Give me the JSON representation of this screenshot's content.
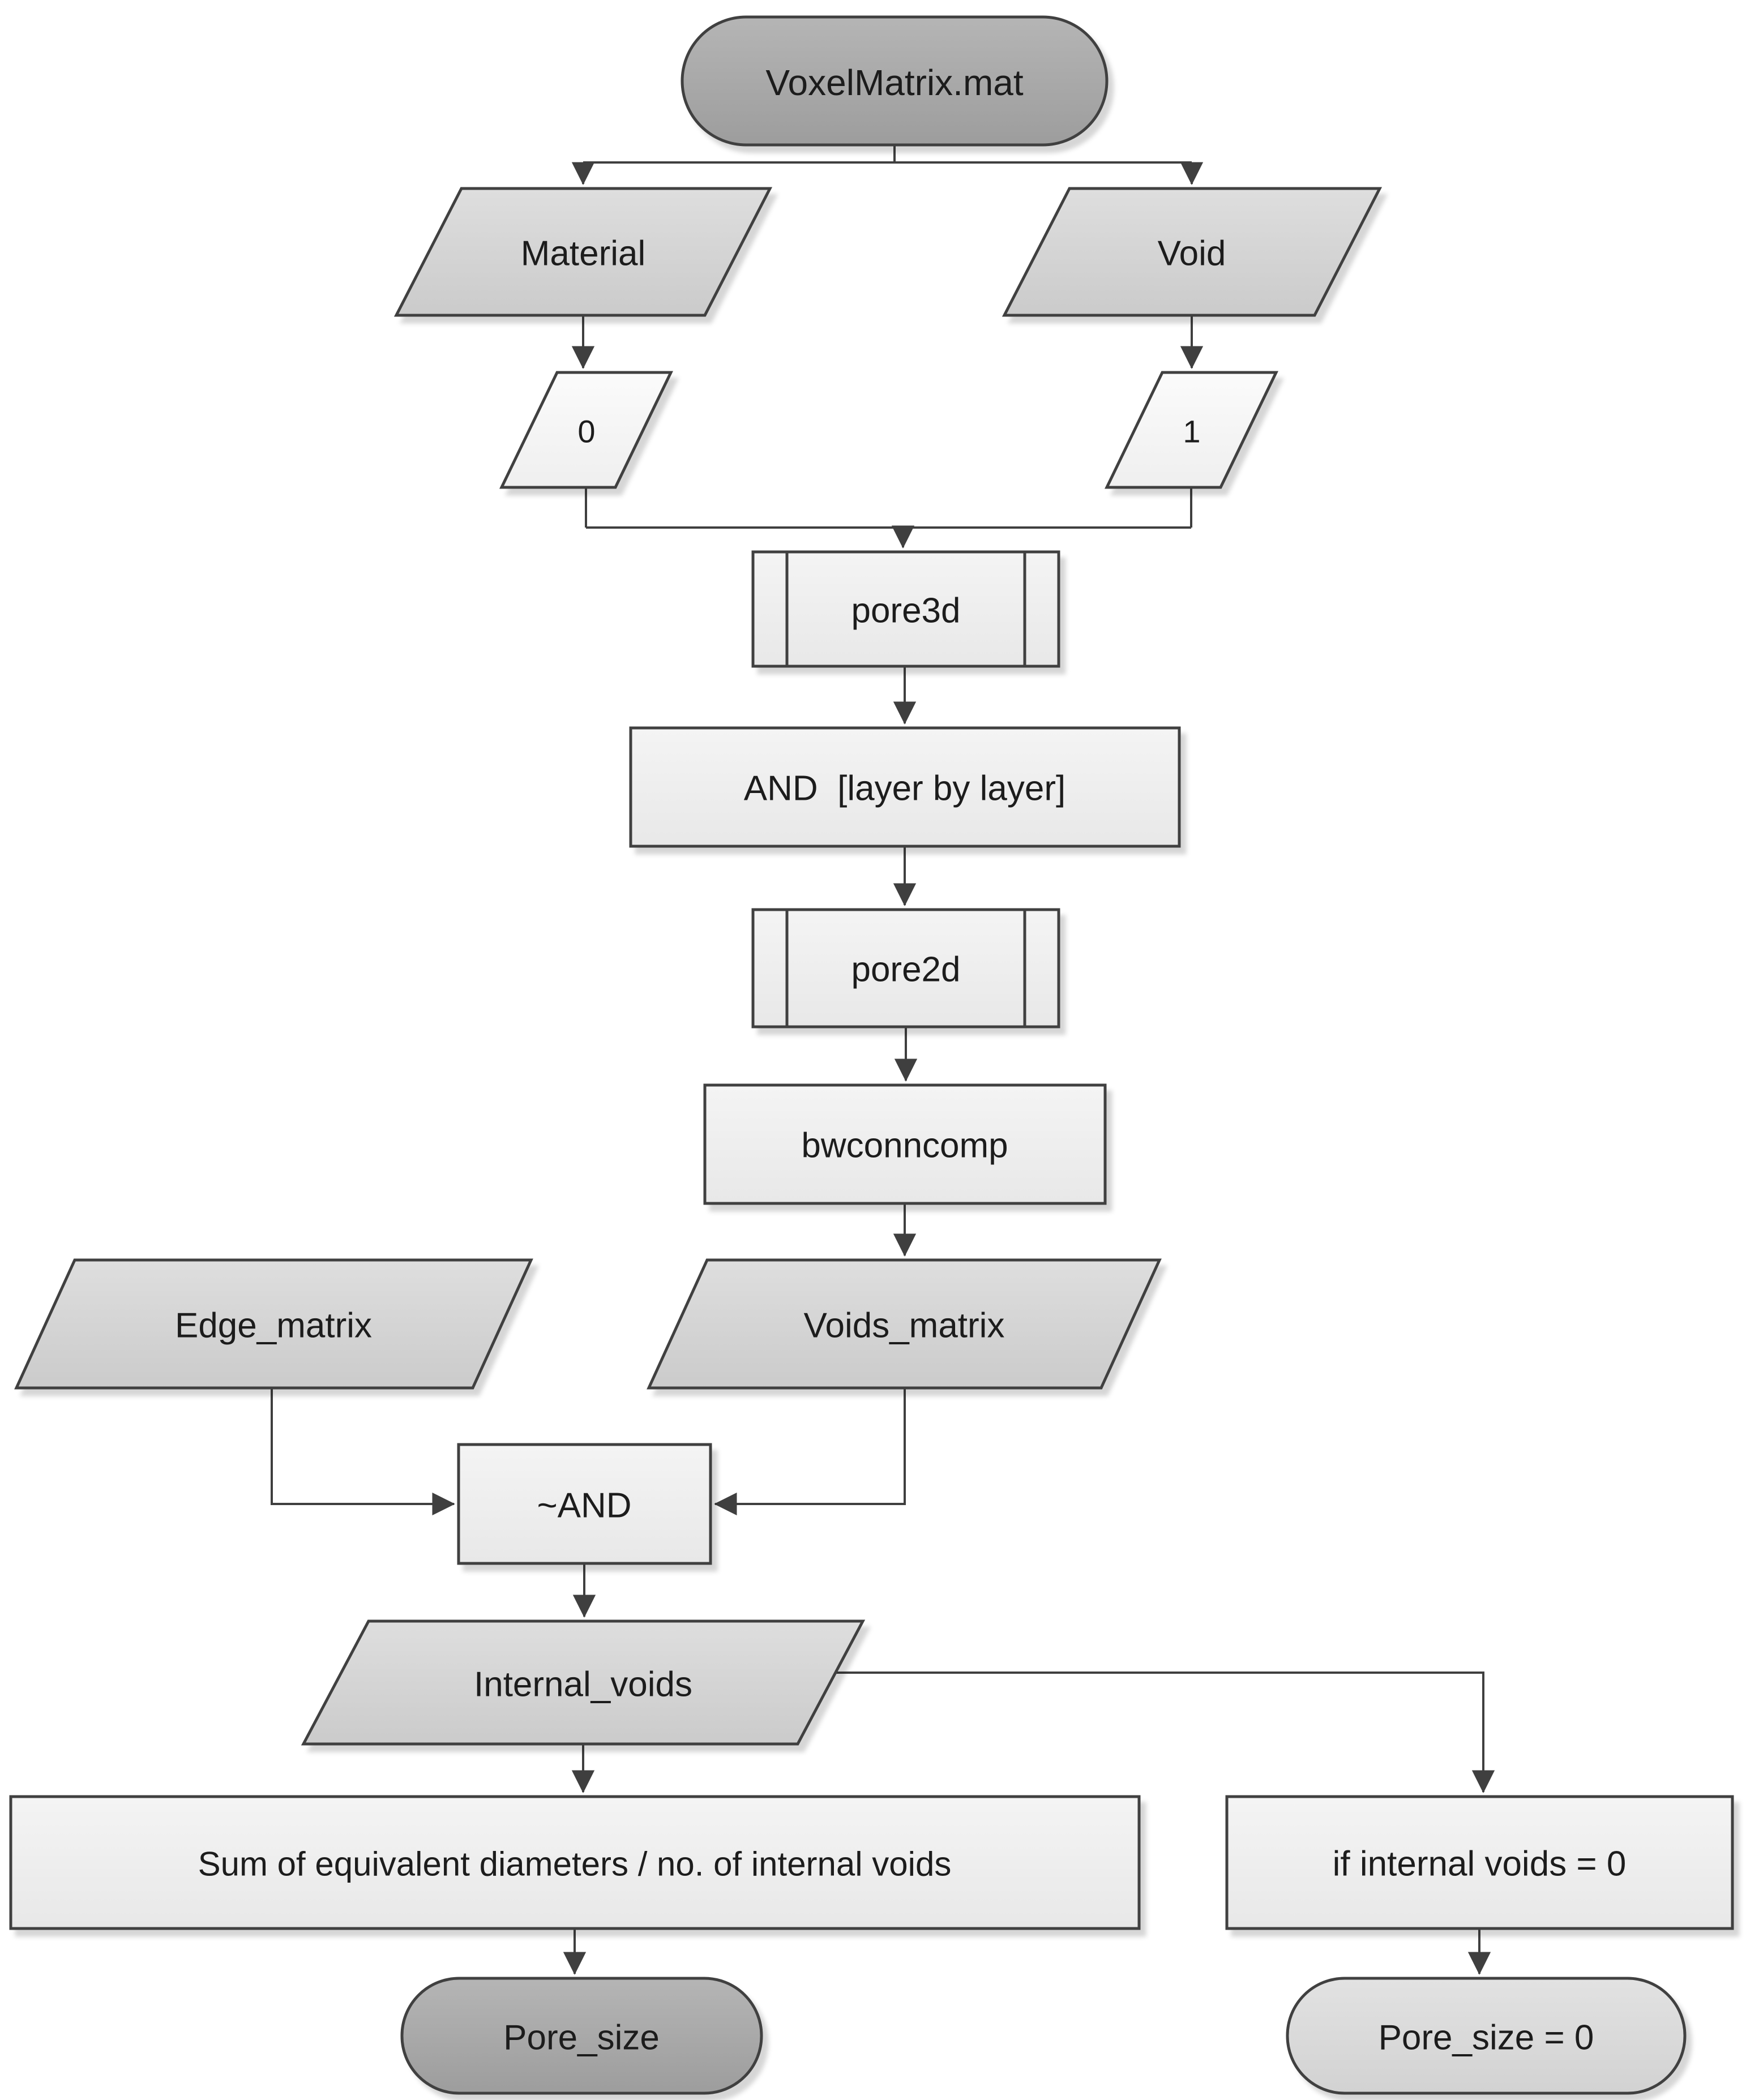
{
  "diagram": {
    "type": "flowchart",
    "background": "#ffffff",
    "colors": {
      "border": "#3f3f3f",
      "connector": "#3f3f3f",
      "text": "#1c1c1c",
      "terminator_dark_fill": "#a8a8a8",
      "terminator_light_fill": "#dbdbdb",
      "data_parallelogram_fill": "#d7d7d7",
      "value_parallelogram_fill": "#f8f8f8",
      "process_fill": "#f0f0f0"
    },
    "nodes": {
      "start": {
        "label": "VoxelMatrix.mat",
        "shape": "terminator"
      },
      "material": {
        "label": "Material",
        "shape": "data"
      },
      "void": {
        "label": "Void",
        "shape": "data"
      },
      "zero": {
        "label": "0",
        "shape": "data"
      },
      "one": {
        "label": "1",
        "shape": "data"
      },
      "pore3d": {
        "label": "pore3d",
        "shape": "predefined-process"
      },
      "and_layer": {
        "label": "AND  [layer by layer]",
        "shape": "process"
      },
      "pore2d": {
        "label": "pore2d",
        "shape": "predefined-process"
      },
      "bwconncomp": {
        "label": "bwconncomp",
        "shape": "process"
      },
      "edge_matrix": {
        "label": "Edge_matrix",
        "shape": "data"
      },
      "voids_matrix": {
        "label": "Voids_matrix",
        "shape": "data"
      },
      "nand": {
        "label": "~AND",
        "shape": "process"
      },
      "internal_voids": {
        "label": "Internal_voids",
        "shape": "data"
      },
      "sum": {
        "label": "Sum of equivalent diameters / no. of internal voids",
        "shape": "process"
      },
      "if_zero": {
        "label": "if internal voids = 0",
        "shape": "process"
      },
      "pore_size": {
        "label": "Pore_size",
        "shape": "terminator"
      },
      "pore_size_zero": {
        "label": "Pore_size = 0",
        "shape": "terminator"
      }
    },
    "edges": [
      {
        "from": "start",
        "to": "material"
      },
      {
        "from": "start",
        "to": "void"
      },
      {
        "from": "material",
        "to": "zero"
      },
      {
        "from": "void",
        "to": "one"
      },
      {
        "from": "zero",
        "to": "pore3d"
      },
      {
        "from": "one",
        "to": "pore3d"
      },
      {
        "from": "pore3d",
        "to": "and_layer"
      },
      {
        "from": "and_layer",
        "to": "pore2d"
      },
      {
        "from": "pore2d",
        "to": "bwconncomp"
      },
      {
        "from": "bwconncomp",
        "to": "voids_matrix"
      },
      {
        "from": "edge_matrix",
        "to": "nand"
      },
      {
        "from": "voids_matrix",
        "to": "nand"
      },
      {
        "from": "nand",
        "to": "internal_voids"
      },
      {
        "from": "internal_voids",
        "to": "sum"
      },
      {
        "from": "internal_voids",
        "to": "if_zero"
      },
      {
        "from": "sum",
        "to": "pore_size"
      },
      {
        "from": "if_zero",
        "to": "pore_size_zero"
      }
    ]
  }
}
